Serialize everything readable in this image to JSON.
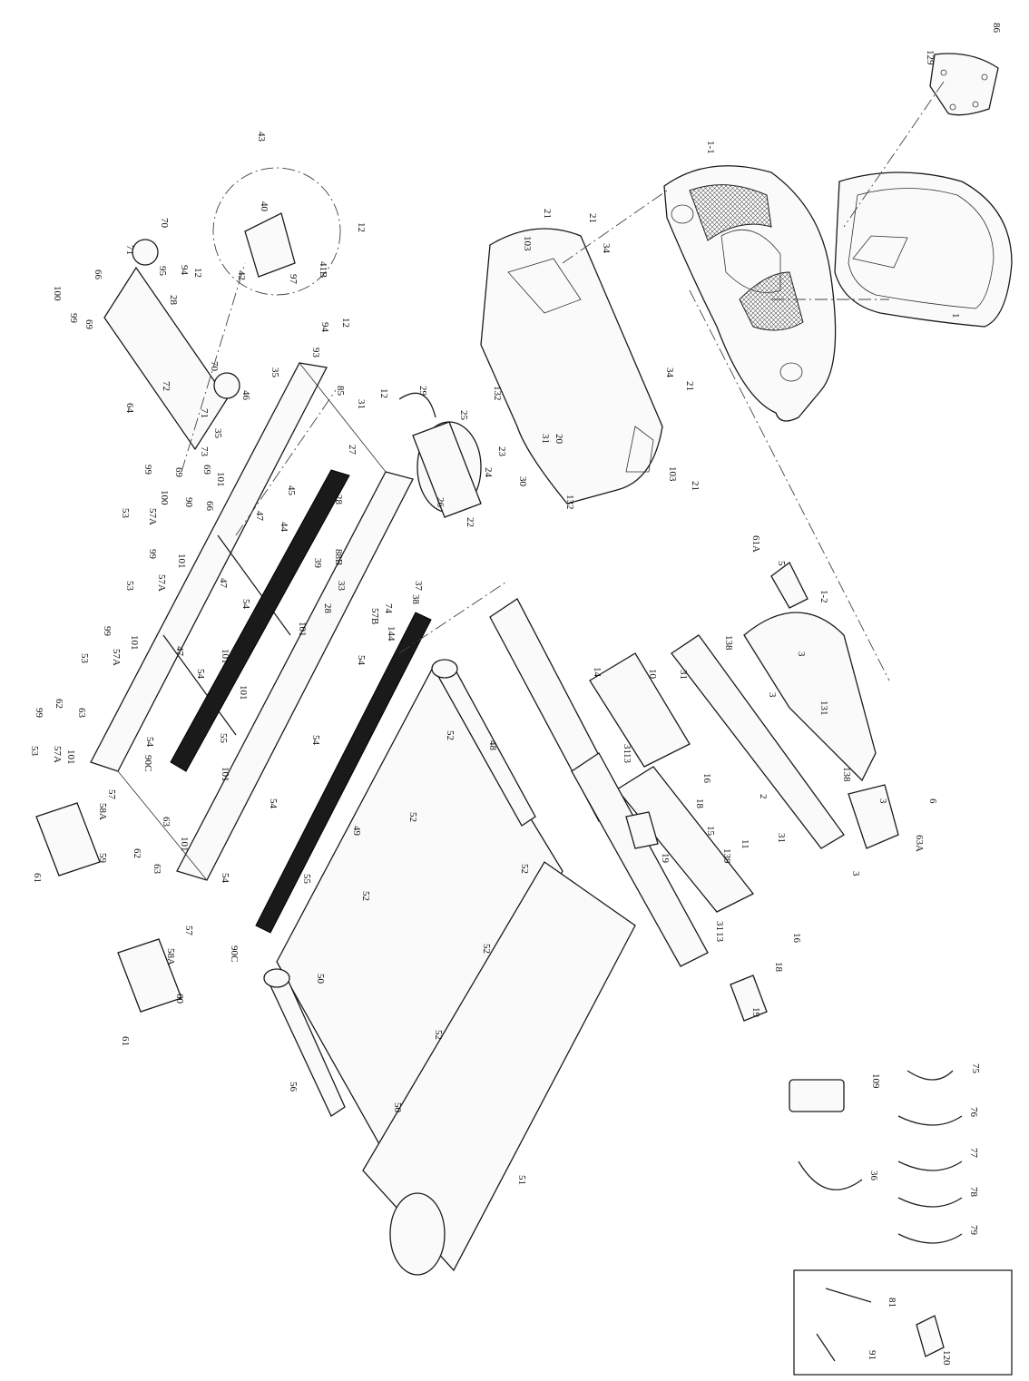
{
  "parts": {
    "p1": "1",
    "p1_1": "1-1",
    "p1_2": "1-2",
    "p2": "2",
    "p3": "3",
    "p3b": "3",
    "p3c": "3",
    "p3d": "3",
    "p5": "5",
    "p6": "6",
    "p10": "10",
    "p11": "11",
    "p12a": "12",
    "p12b": "12",
    "p12c": "12",
    "p12d": "12",
    "p12e": "12",
    "p13a": "13",
    "p13b": "13",
    "p14": "14",
    "p15": "15",
    "p16a": "16",
    "p16b": "16",
    "p18a": "18",
    "p18b": "18",
    "p19a": "19",
    "p19b": "19",
    "p20": "20",
    "p21a": "21",
    "p21b": "21",
    "p21c": "21",
    "p21d": "21",
    "p22": "22",
    "p23": "23",
    "p24": "24",
    "p25": "25",
    "p26": "26",
    "p27": "27",
    "p28a": "28",
    "p28b": "28",
    "p28c": "28",
    "p29": "29",
    "p30": "30",
    "p31a": "31",
    "p31b": "31",
    "p31c": "31",
    "p31d": "31",
    "p31e": "31",
    "p33": "33",
    "p34a": "34",
    "p34b": "34",
    "p35a": "35",
    "p35b": "35",
    "p36": "36",
    "p37": "37",
    "p38": "38",
    "p39": "39",
    "p40": "40",
    "p41b": "41B",
    "p42": "42",
    "p43": "43",
    "p44": "44",
    "p45": "45",
    "p46": "46",
    "p47a": "47",
    "p47b": "47",
    "p47c": "47",
    "p48": "48",
    "p49": "49",
    "p50a": "50",
    "p50b": "50",
    "p51": "51",
    "p52a": "52",
    "p52b": "52",
    "p52c": "52",
    "p52d": "52",
    "p52e": "52",
    "p52f": "52",
    "p53a": "53",
    "p53b": "53",
    "p53c": "53",
    "p53d": "53",
    "p54a": "54",
    "p54b": "54",
    "p54c": "54",
    "p54d": "54",
    "p54e": "54",
    "p54f": "54",
    "p55a": "55",
    "p55b": "55",
    "p56": "56",
    "p57a": "57",
    "p57b": "57",
    "p57A1": "57A",
    "p57A2": "57A",
    "p57A3": "57A",
    "p57A4": "57A",
    "p57A5": "57A",
    "p57B": "57B",
    "p58A1": "58A",
    "p58A2": "58A",
    "p59": "59",
    "p60": "60",
    "p61a": "61",
    "p61b": "61",
    "p61A": "61A",
    "p62a": "62",
    "p62b": "62",
    "p63a": "63",
    "p63b": "63",
    "p63c": "63",
    "p63A": "63A",
    "p64": "64",
    "p66a": "66",
    "p66b": "66",
    "p69a": "69",
    "p69b": "69",
    "p69c": "69",
    "p70a": "70",
    "p70b": "70",
    "p71a": "71",
    "p71b": "71",
    "p72": "72",
    "p73": "73",
    "p74": "74",
    "p75": "75",
    "p76": "76",
    "p77": "77",
    "p78": "78",
    "p79": "79",
    "p81": "81",
    "p85": "85",
    "p86": "86",
    "p88b": "88B",
    "p90a": "90",
    "p90b": "90",
    "p90Ca": "90C",
    "p90Cb": "90C",
    "p91": "91",
    "p93": "93",
    "p94a": "94",
    "p94b": "94",
    "p95": "95",
    "p97": "97",
    "p99a": "99",
    "p99b": "99",
    "p99c": "99",
    "p99d": "99",
    "p99e": "99",
    "p99f": "99",
    "p100a": "100",
    "p100b": "100",
    "p101a": "101",
    "p101b": "101",
    "p101c": "101",
    "p101d": "101",
    "p101e": "101",
    "p101f": "101",
    "p101g": "101",
    "p101h": "101",
    "p101i": "101",
    "p103a": "103",
    "p103b": "103",
    "p109": "109",
    "p120": "120",
    "p129": "129",
    "p131": "131",
    "p132a": "132",
    "p132b": "132",
    "p138a": "138",
    "p138b": "138",
    "p139": "139",
    "p144": "144"
  }
}
